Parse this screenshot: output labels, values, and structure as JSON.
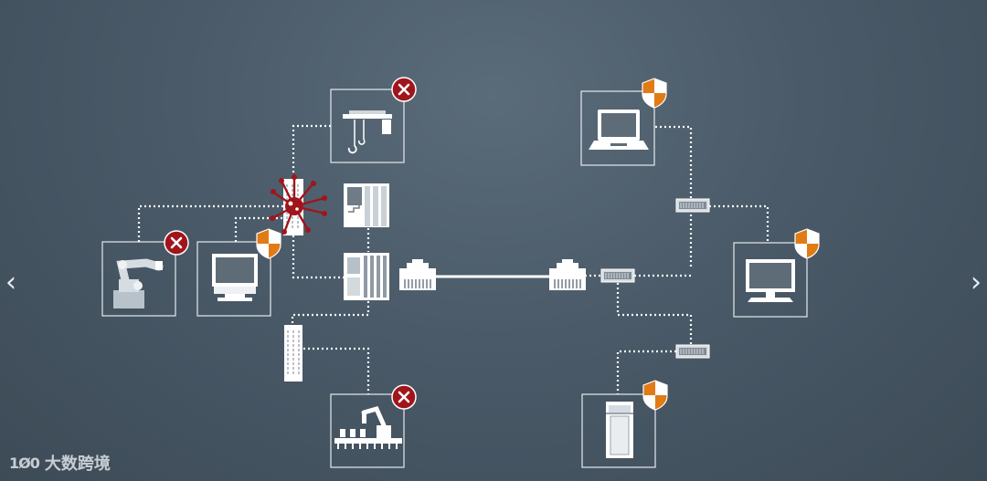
{
  "navigation": {
    "prev_glyph": "‹",
    "next_glyph": "›"
  },
  "watermark": {
    "logo": "1Ø0",
    "text": "大数跨境"
  },
  "colors": {
    "background": "#4a5a68",
    "line": "#ffffff",
    "threat_red": "#a0151c",
    "shield_orange": "#e07b16"
  },
  "diagram": {
    "nodes": [
      {
        "id": "crane",
        "icon": "gantry-crane-icon",
        "status": "compromised"
      },
      {
        "id": "robot-arm",
        "icon": "industrial-robot-icon",
        "status": "compromised"
      },
      {
        "id": "operator-monitor",
        "icon": "monitor-icon",
        "status": "protected"
      },
      {
        "id": "assembly-line",
        "icon": "assembly-robot-icon",
        "status": "compromised"
      },
      {
        "id": "laptop",
        "icon": "laptop-icon",
        "status": "protected"
      },
      {
        "id": "office-pc",
        "icon": "desktop-computer-icon",
        "status": "protected"
      },
      {
        "id": "control-cabinet",
        "icon": "control-cabinet-icon",
        "status": "protected"
      }
    ],
    "network_devices": [
      {
        "id": "infected-io-module",
        "icon": "virus-icon",
        "status": "infected"
      },
      {
        "id": "hmi-panel",
        "icon": "hmi-panel-icon"
      },
      {
        "id": "plc",
        "icon": "plc-icon"
      },
      {
        "id": "io-rack",
        "icon": "io-rack-icon"
      },
      {
        "id": "router-left",
        "icon": "rj45-connector-icon"
      },
      {
        "id": "router-right",
        "icon": "rj45-connector-icon"
      },
      {
        "id": "switch-main",
        "icon": "switch-icon"
      },
      {
        "id": "switch-top",
        "icon": "switch-icon"
      },
      {
        "id": "switch-bottom",
        "icon": "switch-icon"
      }
    ]
  }
}
